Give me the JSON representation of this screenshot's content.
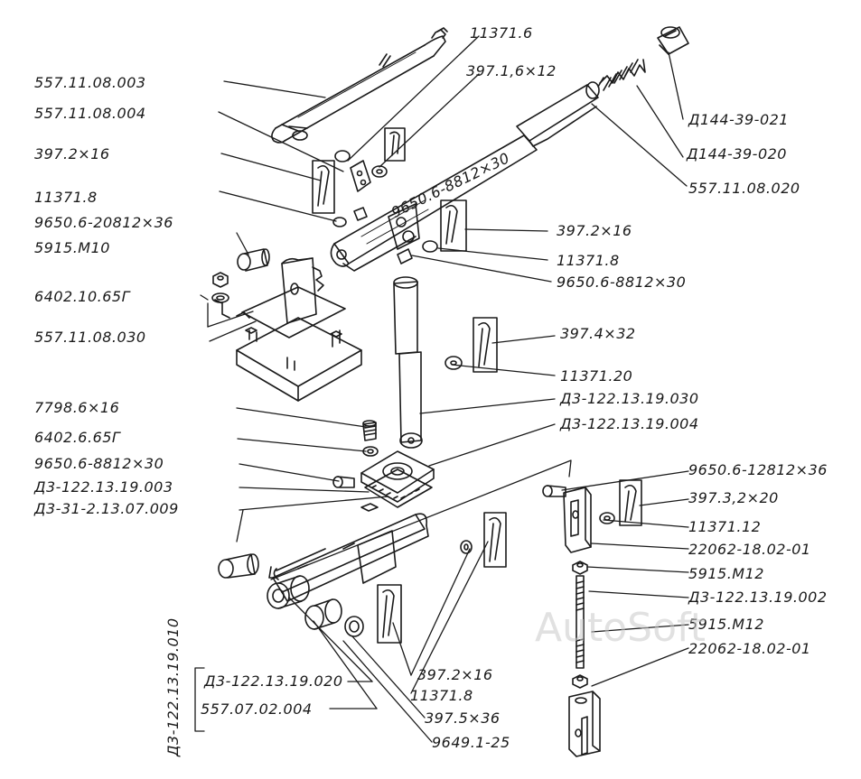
{
  "labels": {
    "l_11371_6": "11371.6",
    "l_397_1_6x12": "397.1,6×12",
    "l_557_11_08_003": "557.11.08.003",
    "l_557_11_08_004": "557.11.08.004",
    "l_397_2x16_a": "397.2×16",
    "l_11371_8_a": "11371.8",
    "l_9650_6_20812x36": "9650.6-20812×36",
    "l_5915_m10": "5915.M10",
    "l_6402_10_65g": "6402.10.65Г",
    "l_557_11_08_030": "557.11.08.030",
    "l_d144_39_021": "Д144-39-021",
    "l_d144_39_020": "Д144-39-020",
    "l_557_11_08_020": "557.11.08.020",
    "l_9650_6_8812x30_rot": "9650.6-8812×30",
    "l_397_2x16_b": "397.2×16",
    "l_11371_8_b": "11371.8",
    "l_9650_6_8812x30_b": "9650.6-8812×30",
    "l_397_4x32": "397.4×32",
    "l_11371_20": "11371.20",
    "l_d3_030": "Д3-122.13.19.030",
    "l_d3_004": "Д3-122.13.19.004",
    "l_7798_6x16": "7798.6×16",
    "l_6402_6_65g": "6402.6.65Г",
    "l_9650_6_8812x30_c": "9650.6-8812×30",
    "l_d3_003": "Д3-122.13.19.003",
    "l_d3_31_009": "Д3-31-2.13.07.009",
    "l_9650_6_12812x36": "9650.6-12812×36",
    "l_397_3_2x20": "397.3,2×20",
    "l_11371_12": "11371.12",
    "l_22062_a": "22062-18.02-01",
    "l_5915_m12_a": "5915.M12",
    "l_d3_002": "Д3-122.13.19.002",
    "l_5915_m12_b": "5915.M12",
    "l_22062_b": "22062-18.02-01",
    "l_d3_010": "Д3-122.13.19.010",
    "l_d3_020": "Д3-122.13.19.020",
    "l_557_07_02_004": "557.07.02.004",
    "l_397_2x16_c": "397.2×16",
    "l_11371_8_c": "11371.8",
    "l_397_5x36": "397.5×36",
    "l_9649_1_25": "9649.1-25"
  },
  "watermark": "AutoSoft",
  "colors": {
    "ink": "#1a1a1a",
    "paper": "#ffffff",
    "watermark": "#c8c8c8"
  }
}
